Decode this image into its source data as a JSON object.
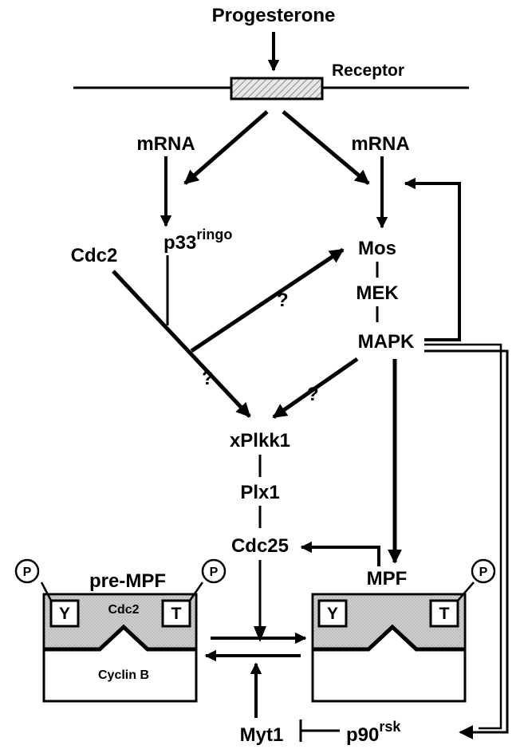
{
  "labels": {
    "progesterone": "Progesterone",
    "receptor": "Receptor",
    "mrna_left": "mRNA",
    "mrna_right": "mRNA",
    "p33": "p33",
    "p33_sup": "ringo",
    "cdc2": "Cdc2",
    "mos": "Mos",
    "mek": "MEK",
    "mapk": "MAPK",
    "q1": "?",
    "q2": "?",
    "q3": "?",
    "xplkk1": "xPlkk1",
    "plx1": "Plx1",
    "cdc25": "Cdc25",
    "pre_mpf": "pre-MPF",
    "mpf": "MPF",
    "y_left": "Y",
    "t_left": "T",
    "y_right": "Y",
    "t_right": "T",
    "cdc2_box": "Cdc2",
    "cyclin_b": "Cyclin B",
    "myt1": "Myt1",
    "p90": "p90",
    "p90_sup": "rsk",
    "phospho": "P"
  },
  "colors": {
    "ink": "#000000",
    "stipple": "#c4c4c4",
    "hatch": "#9a9a9a",
    "background": "#ffffff"
  }
}
